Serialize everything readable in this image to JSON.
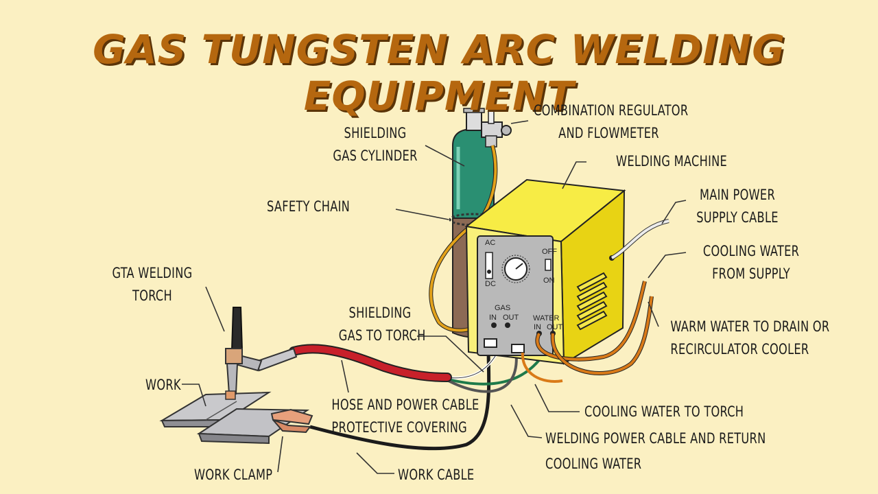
{
  "title": "GAS TUNGSTEN ARC WELDING EQUIPMENT",
  "colors": {
    "background": "#fbf0c2",
    "title": "#b5670f",
    "cylinder_top": "#2a8f72",
    "cylinder_bottom": "#8c6a55",
    "machine": "#f2e21b",
    "hose_red": "#c8202a",
    "gas_hose": "#e3a21a",
    "water_hose": "#d97a18"
  },
  "labels": {
    "combination_regulator": [
      "COMBINATION REGULATOR",
      "AND FLOWMETER"
    ],
    "shielding_gas_cylinder": [
      "SHIELDING",
      "GAS CYLINDER"
    ],
    "welding_machine": "WELDING MACHINE",
    "safety_chain": "SAFETY CHAIN",
    "main_power_supply_cable": [
      "MAIN POWER",
      "SUPPLY CABLE"
    ],
    "cooling_water_from_supply": [
      "COOLING WATER",
      "FROM SUPPLY"
    ],
    "gta_welding_torch": [
      "GTA WELDING",
      "TORCH"
    ],
    "shielding_gas_to_torch": [
      "SHIELDING",
      "GAS TO TORCH"
    ],
    "warm_water": [
      "WARM WATER TO DRAIN OR",
      "RECIRCULATOR COOLER"
    ],
    "work": "WORK",
    "hose_and_power_cable": [
      "HOSE AND POWER CABLE",
      "PROTECTIVE COVERING"
    ],
    "cooling_water_to_torch": "COOLING WATER TO TORCH",
    "welding_power_cable": [
      "WELDING POWER CABLE AND RETURN",
      "COOLING WATER"
    ],
    "work_clamp": "WORK CLAMP",
    "work_cable": "WORK CABLE"
  },
  "panel": {
    "ac": "AC",
    "dc": "DC",
    "off": "OFF",
    "on": "ON",
    "gas": "GAS",
    "gas_in": "IN",
    "gas_out": "OUT",
    "water": "WATER",
    "water_in": "IN",
    "water_out": "OUT"
  }
}
